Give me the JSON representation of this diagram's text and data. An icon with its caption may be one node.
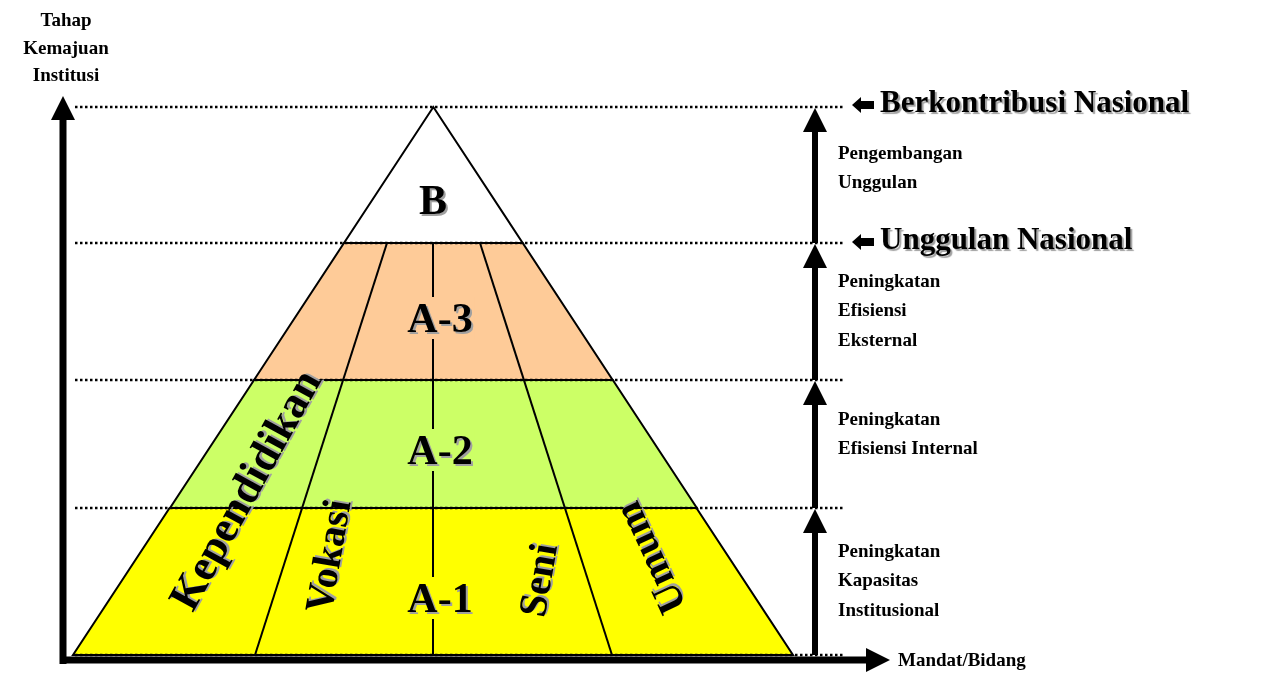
{
  "diagram": {
    "nodes": [
      {
        "text": [
          "B"
        ]
      },
      {
        "text": [
          "A-3"
        ]
      },
      {
        "text": [
          "A-2"
        ]
      },
      {
        "text": [
          "A-1"
        ]
      }
    ],
    "labels": [
      "Tahap Kemajuan Institusi",
      "Berkontribusi Nasional",
      "Pengembangan Unggulan",
      "Unggulan Nasional",
      "Peningkatan Efisiensi Eksternal",
      "Kependidikan",
      "Peningkatan Efisiensi Internal",
      "Vokasi",
      "Seni",
      "Umum",
      "Peningkatan Kapasitas Institusional",
      "Mandat/Bidang"
    ]
  }
}
